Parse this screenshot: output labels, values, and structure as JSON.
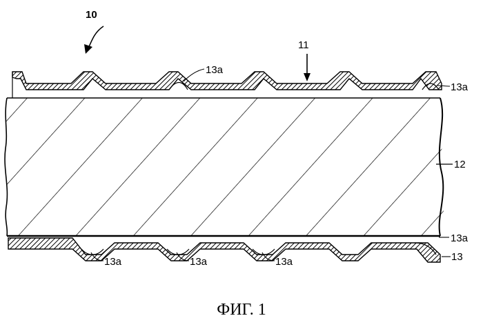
{
  "figure": {
    "caption": "ФИГ. 1",
    "labels": {
      "assembly": "10",
      "tube": "11",
      "core": "12",
      "corrugation": "13",
      "ridge": "13a"
    }
  }
}
